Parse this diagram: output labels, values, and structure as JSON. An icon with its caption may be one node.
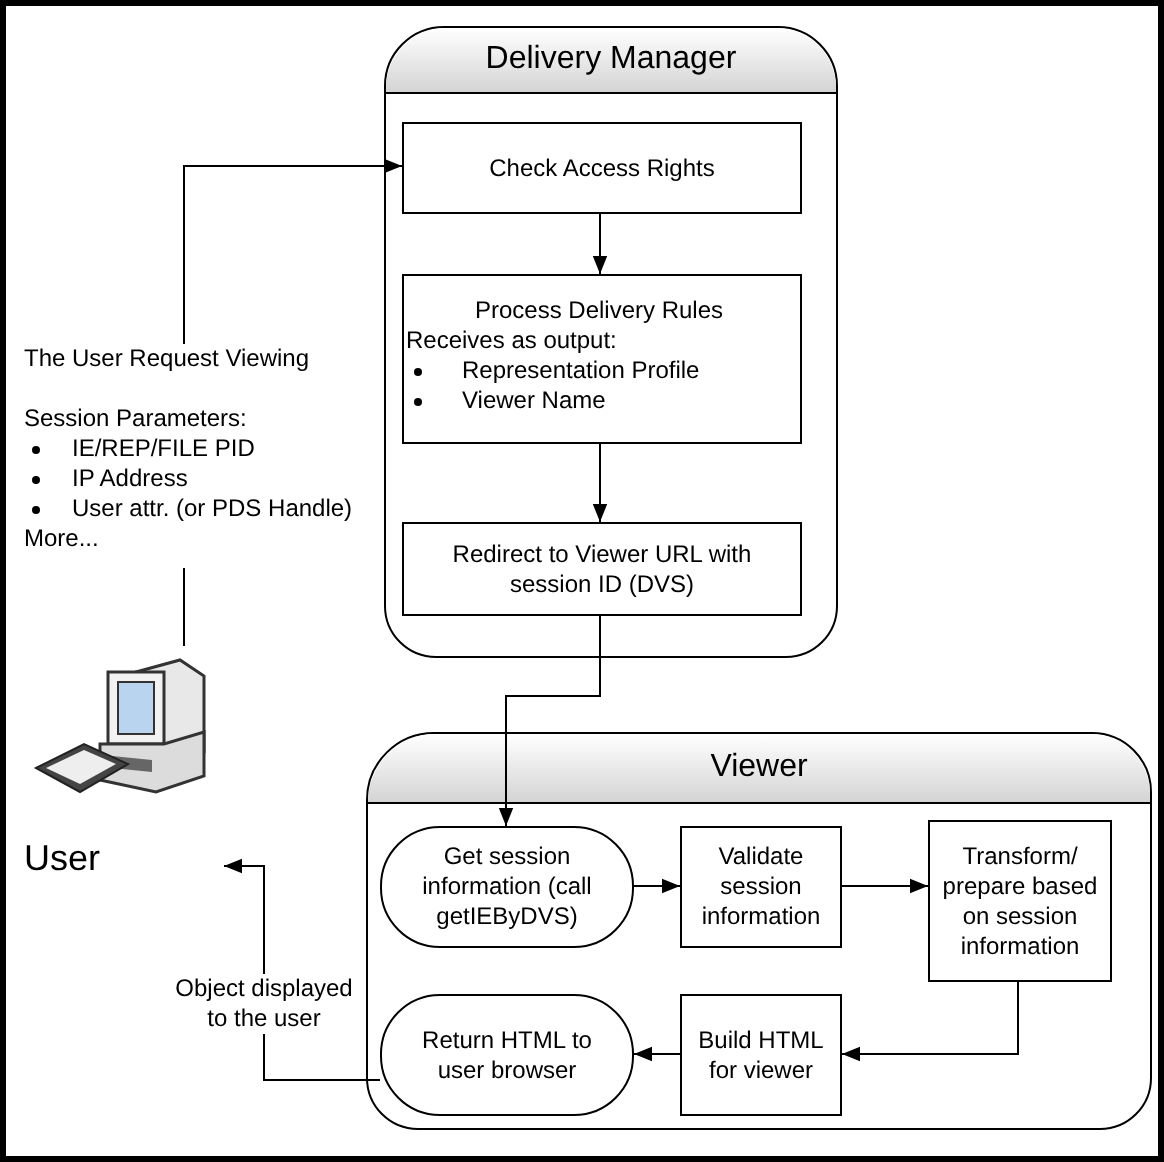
{
  "diagram": {
    "nodes": [
      {
        "text": [
          "Delivery Manager"
        ]
      },
      {
        "text": [
          "Check Access Rights"
        ],
        "in": 0
      },
      {
        "text": [
          "Process Delivery Rules",
          "Receives as output:",
          "Representation Profile",
          "Viewer Name"
        ],
        "in": 0
      },
      {
        "text": [
          "Redirect to Viewer URL with session ID (DVS)"
        ],
        "in": 0
      },
      {
        "text": [
          "Viewer"
        ]
      },
      {
        "text": [
          "Get session information (call getIEByDVS)"
        ],
        "in": 4
      },
      {
        "text": [
          "Validate session information"
        ],
        "in": 4
      },
      {
        "text": [
          "Transform/ prepare based on session information"
        ],
        "in": 4
      },
      {
        "text": [
          "Build HTML for viewer"
        ],
        "in": 4
      },
      {
        "text": [
          "Return HTML to user browser"
        ],
        "in": 4
      },
      {
        "text": [
          "User"
        ]
      },
      {
        "text": [
          "The User Request Viewing",
          "Session Parameters:",
          "IE/REP/FILE PID",
          "IP Address",
          "User attr. (or PDS Handle)",
          "More..."
        ]
      }
    ],
    "edges": [
      {
        "from": 11,
        "to": 1,
        "arrow": "to"
      },
      {
        "from": 10,
        "to": 11,
        "arrow": "none"
      },
      {
        "from": 1,
        "to": 2,
        "arrow": "to"
      },
      {
        "from": 2,
        "to": 3,
        "arrow": "to"
      },
      {
        "from": 3,
        "to": 5,
        "arrow": "to"
      },
      {
        "from": 5,
        "to": 6,
        "arrow": "to"
      },
      {
        "from": 6,
        "to": 7,
        "arrow": "to"
      },
      {
        "from": 7,
        "to": 8,
        "arrow": "to"
      },
      {
        "from": 8,
        "to": 9,
        "arrow": "to"
      },
      {
        "from": 9,
        "to": 10,
        "arrow": "to",
        "label": "Object displayed to the user"
      }
    ]
  }
}
